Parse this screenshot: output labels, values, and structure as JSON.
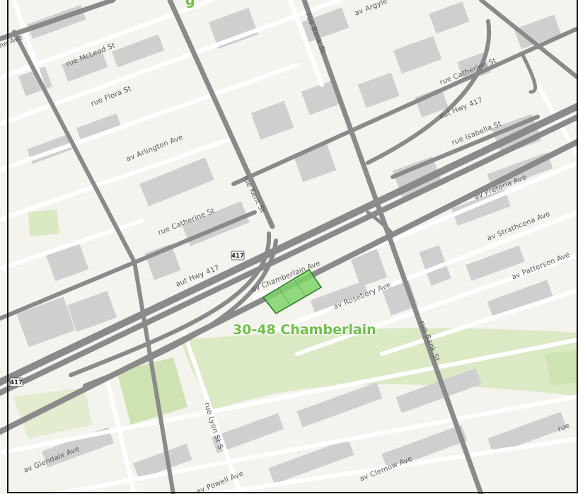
{
  "site": {
    "label": "30-48 Chamberlain",
    "color": "#7ed36a",
    "border_color": "#1f7a1f",
    "top_cut_label": "g"
  },
  "highway_shields": [
    "417",
    "417"
  ],
  "street_labels": {
    "argyle": "av Argyle",
    "mcleod": "rue McLeod St",
    "flora": "rue Flora St",
    "arlington": "av Arlington Ave",
    "catherine_w": "rue Catherine St",
    "catherine_e": "rue Catherine St",
    "kent": "rue Kent St",
    "bank_n": "rue Bank St",
    "bank_s": "rue Bank St",
    "isabella": "rue Isabella St",
    "hwy417_a": "aut Hwy 417",
    "hwy417_b": "aut Hwy 417",
    "chamberlain": "av Chamberlain Ave",
    "rosebery": "av Rosebery Ave",
    "pretoria": "av Pretoria Ave",
    "strathcona": "av Strathcona Ave",
    "patterson": "av Patterson Ave",
    "lyon": "rue Lyon St S",
    "glendale": "av Glendale Ave",
    "clemow": "av Clemow Ave",
    "powell": "av Powell Ave",
    "ave_nw": "ne Ave",
    "ave_right": "rue"
  },
  "colors": {
    "major_road": "#8c8c8c",
    "minor_road": "#ffffff",
    "park": "#d8e8bd",
    "building": "#cfcfcf",
    "background": "#f4f3ee"
  }
}
